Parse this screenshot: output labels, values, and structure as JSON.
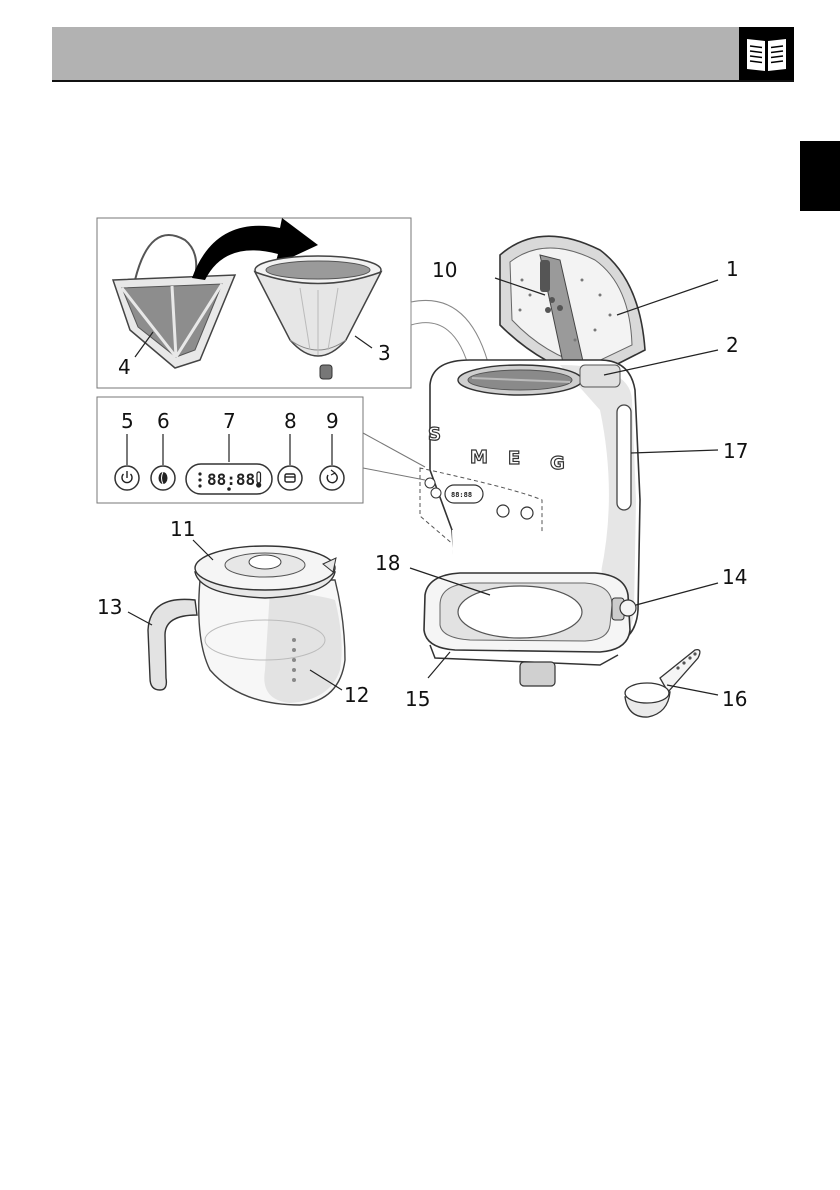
{
  "header": {
    "icon": "open-book-icon"
  },
  "side_tab": {
    "color": "#000000"
  },
  "figure": {
    "callouts": {
      "n1": "1",
      "n2": "2",
      "n3": "3",
      "n4": "4",
      "n5": "5",
      "n6": "6",
      "n7": "7",
      "n8": "8",
      "n9": "9",
      "n10": "10",
      "n11": "11",
      "n12": "12",
      "n13": "13",
      "n14": "14",
      "n15": "15",
      "n16": "16",
      "n17": "17",
      "n18": "18"
    },
    "display_readout": "88:88",
    "display_readout_small": "88:88",
    "brand_letters": [
      "S",
      "M",
      "E",
      "G"
    ],
    "icons": {
      "power": "power-icon",
      "bean": "coffee-bean-icon",
      "cup": "cup-icon",
      "timer": "timer-icon",
      "thermo": "thermometer-icon"
    }
  }
}
